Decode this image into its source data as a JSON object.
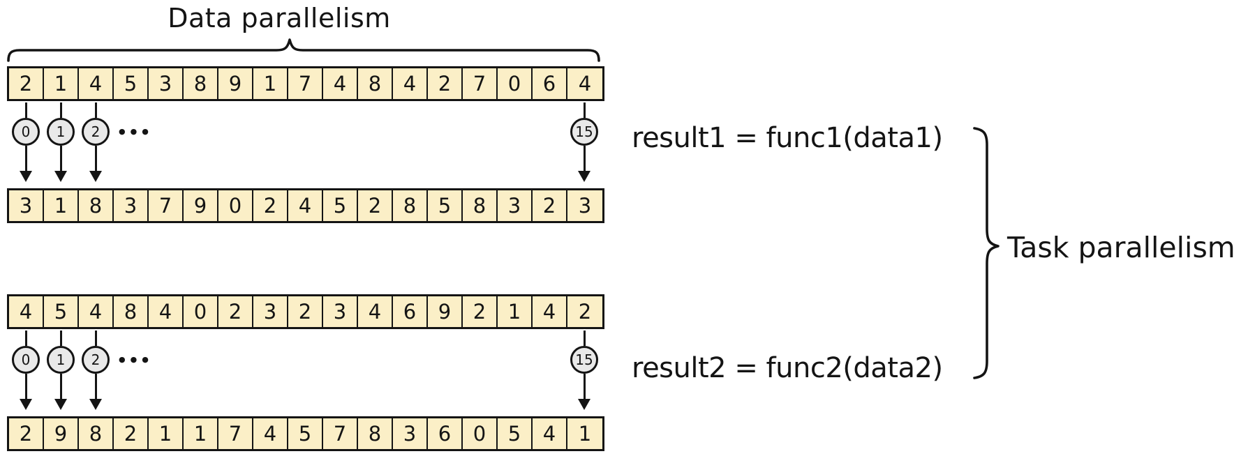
{
  "title": "Data parallelism",
  "task_label": "Task parallelism",
  "processors": {
    "labels": [
      "0",
      "1",
      "2"
    ],
    "dots": "●●●",
    "last_label": "15"
  },
  "group1": {
    "input": [
      "2",
      "1",
      "4",
      "5",
      "3",
      "8",
      "9",
      "1",
      "7",
      "4",
      "8",
      "4",
      "2",
      "7",
      "0",
      "6",
      "4"
    ],
    "output": [
      "3",
      "1",
      "8",
      "3",
      "7",
      "9",
      "0",
      "2",
      "4",
      "5",
      "2",
      "8",
      "5",
      "8",
      "3",
      "2",
      "3"
    ],
    "label": "result1 = func1(data1)"
  },
  "group2": {
    "input": [
      "4",
      "5",
      "4",
      "8",
      "4",
      "0",
      "2",
      "3",
      "2",
      "3",
      "4",
      "6",
      "9",
      "2",
      "1",
      "4",
      "2"
    ],
    "output": [
      "2",
      "9",
      "8",
      "2",
      "1",
      "1",
      "7",
      "4",
      "5",
      "7",
      "8",
      "3",
      "6",
      "0",
      "5",
      "4",
      "1"
    ],
    "label": "result2 = func2(data2)"
  },
  "colors": {
    "cell_fill": "#FBEFC7",
    "circle_fill": "#E9E9E9",
    "line": "#141414"
  }
}
